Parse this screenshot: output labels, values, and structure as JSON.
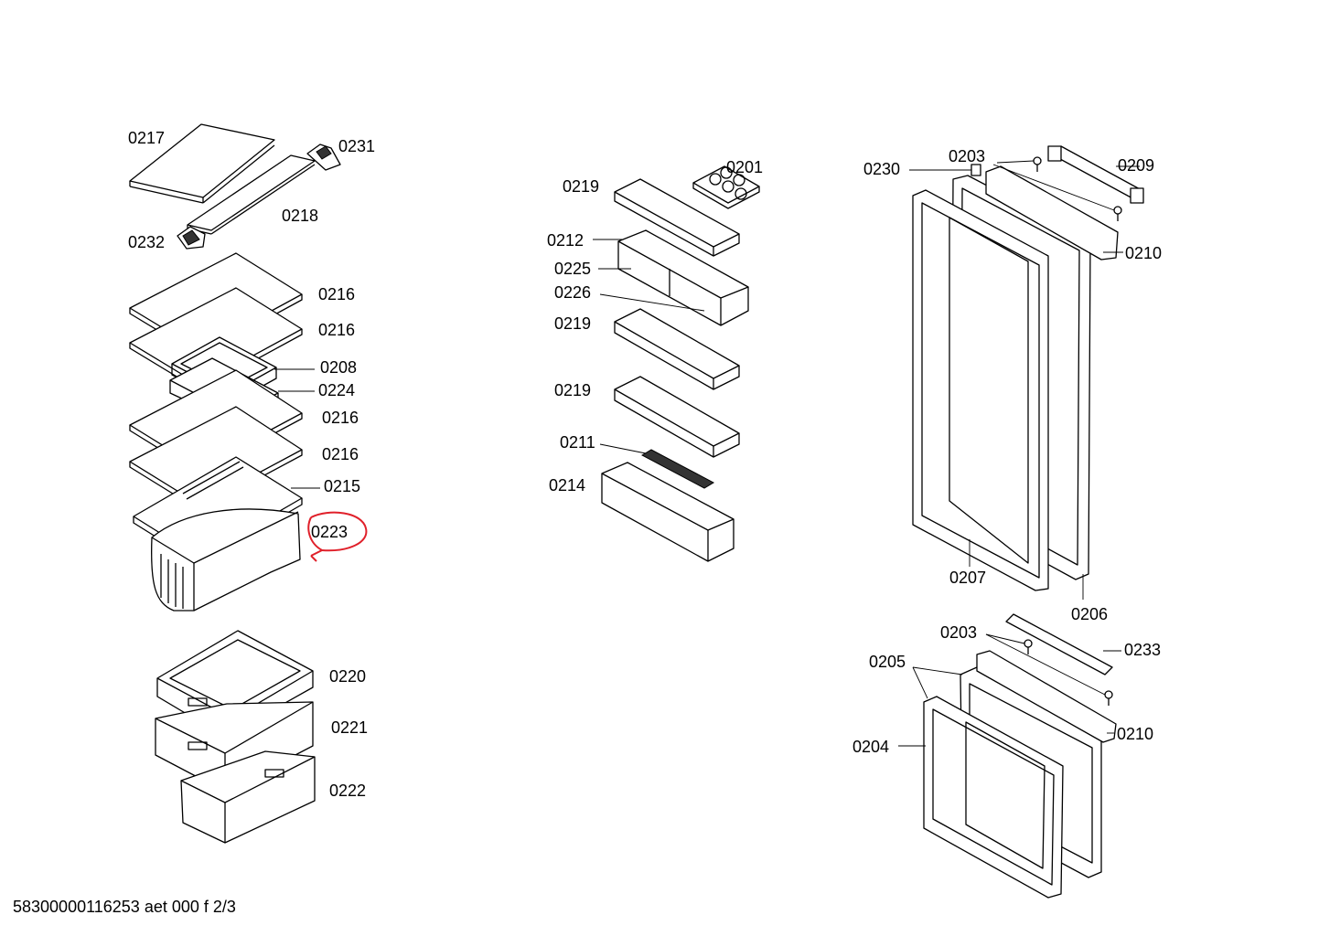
{
  "diagram": {
    "footer": "58300000116253 aet 000 f 2/3",
    "highlight_color": "#e0202a",
    "labels": {
      "l0217": "0217",
      "l0231": "0231",
      "l0218": "0218",
      "l0232": "0232",
      "l0216a": "0216",
      "l0216b": "0216",
      "l0208": "0208",
      "l0224": "0224",
      "l0216c": "0216",
      "l0216d": "0216",
      "l0215": "0215",
      "l0223": "0223",
      "l0220": "0220",
      "l0221": "0221",
      "l0222": "0222",
      "l0219a": "0219",
      "l0201": "0201",
      "l0212": "0212",
      "l0225": "0225",
      "l0226": "0226",
      "l0219b": "0219",
      "l0219c": "0219",
      "l0211": "0211",
      "l0214": "0214",
      "l0230": "0230",
      "l0203a": "0203",
      "l0209": "0209",
      "l0210a": "0210",
      "l0207": "0207",
      "l0206": "0206",
      "l0203b": "0203",
      "l0233": "0233",
      "l0205": "0205",
      "l0210b": "0210",
      "l0204": "0204"
    }
  }
}
